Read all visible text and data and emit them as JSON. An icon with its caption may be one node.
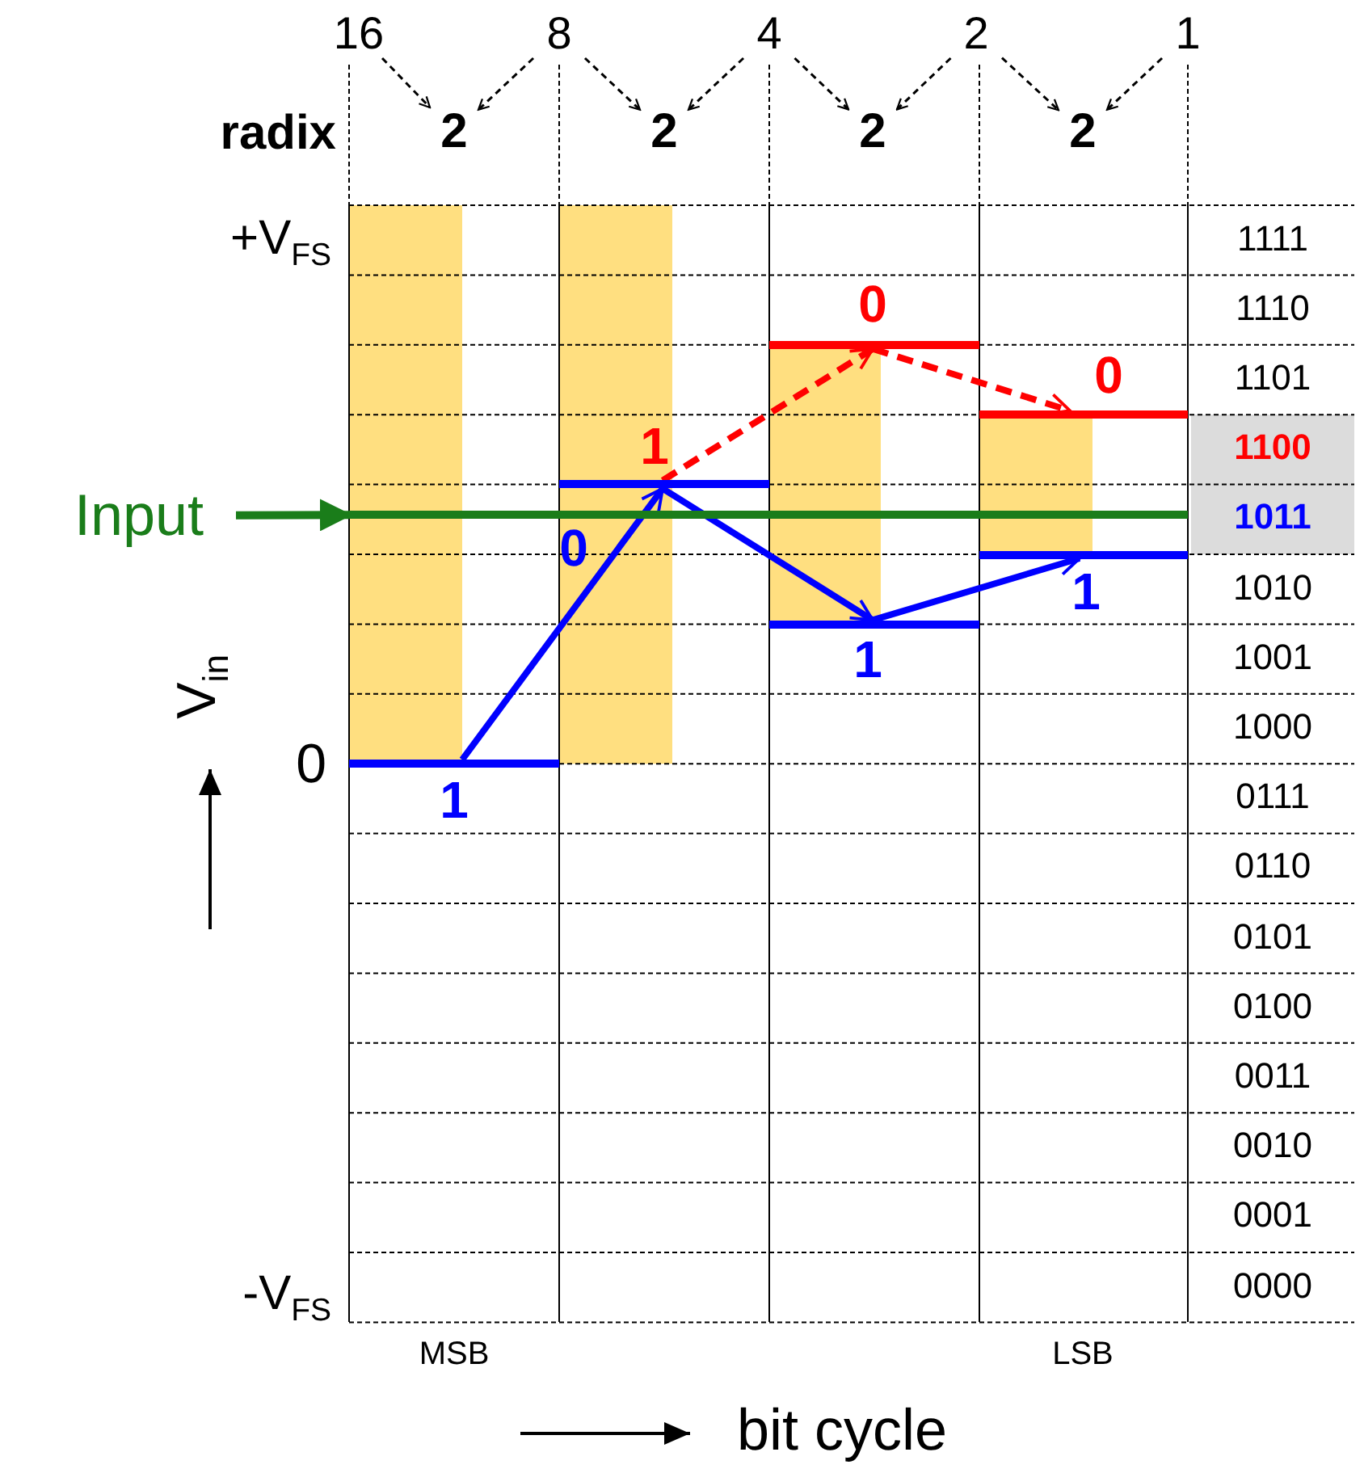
{
  "diagram": {
    "nodes": [
      {
        "text": [
          "16"
        ]
      },
      {
        "text": [
          "8"
        ]
      },
      {
        "text": [
          "4"
        ]
      },
      {
        "text": [
          "2"
        ]
      },
      {
        "text": [
          "1"
        ]
      },
      {
        "text": [
          "2"
        ]
      },
      {
        "text": [
          "2"
        ]
      },
      {
        "text": [
          "2"
        ]
      },
      {
        "text": [
          "2"
        ]
      },
      {
        "text": [
          "0"
        ]
      },
      {
        "text": [
          "0"
        ]
      },
      {
        "text": [
          "1",
          "0"
        ]
      },
      {
        "text": [
          "Input"
        ]
      },
      {
        "text": [],
        "shape": "bar"
      },
      {
        "text": [
          "1"
        ]
      },
      {
        "text": [
          "1"
        ]
      },
      {
        "text": [
          "1"
        ]
      }
    ],
    "edges": [
      {
        "from": 0,
        "to": 5,
        "arrow": "to",
        "style": "dashed"
      },
      {
        "from": 1,
        "to": 5,
        "arrow": "to",
        "style": "dashed"
      },
      {
        "from": 1,
        "to": 6,
        "arrow": "to",
        "style": "dashed"
      },
      {
        "from": 2,
        "to": 6,
        "arrow": "to",
        "style": "dashed"
      },
      {
        "from": 2,
        "to": 7,
        "arrow": "to",
        "style": "dashed"
      },
      {
        "from": 3,
        "to": 7,
        "arrow": "to",
        "style": "dashed"
      },
      {
        "from": 3,
        "to": 8,
        "arrow": "to",
        "style": "dashed"
      },
      {
        "from": 4,
        "to": 8,
        "arrow": "to",
        "style": "dashed"
      },
      {
        "from": 16,
        "to": 11,
        "arrow": "to",
        "style": "thick",
        "color": "#0000ff"
      },
      {
        "from": 11,
        "to": 9,
        "arrow": "to",
        "style": "dashed",
        "color": "#ff0000"
      },
      {
        "from": 11,
        "to": 15,
        "arrow": "to",
        "style": "thick",
        "color": "#0000ff"
      },
      {
        "from": 9,
        "to": 10,
        "arrow": "to",
        "style": "dashed",
        "color": "#ff0000"
      },
      {
        "from": 15,
        "to": 14,
        "arrow": "to",
        "style": "thick",
        "color": "#0000ff"
      },
      {
        "from": 12,
        "to": 13,
        "arrow": "to",
        "style": "thick",
        "color": "#1a7d1a"
      }
    ],
    "labels": [
      "radix",
      "+V$_{FS}$",
      "1111",
      "1110",
      "1101",
      "1100",
      "1011",
      "1010",
      "1001",
      "1000",
      "0111",
      "0110",
      "0101",
      "0100",
      "0011",
      "0010",
      "0001",
      "0000",
      "0",
      "V$_{in}$",
      "-V$_{FS}$",
      "MSB",
      "LSB",
      "bit cycle"
    ]
  }
}
